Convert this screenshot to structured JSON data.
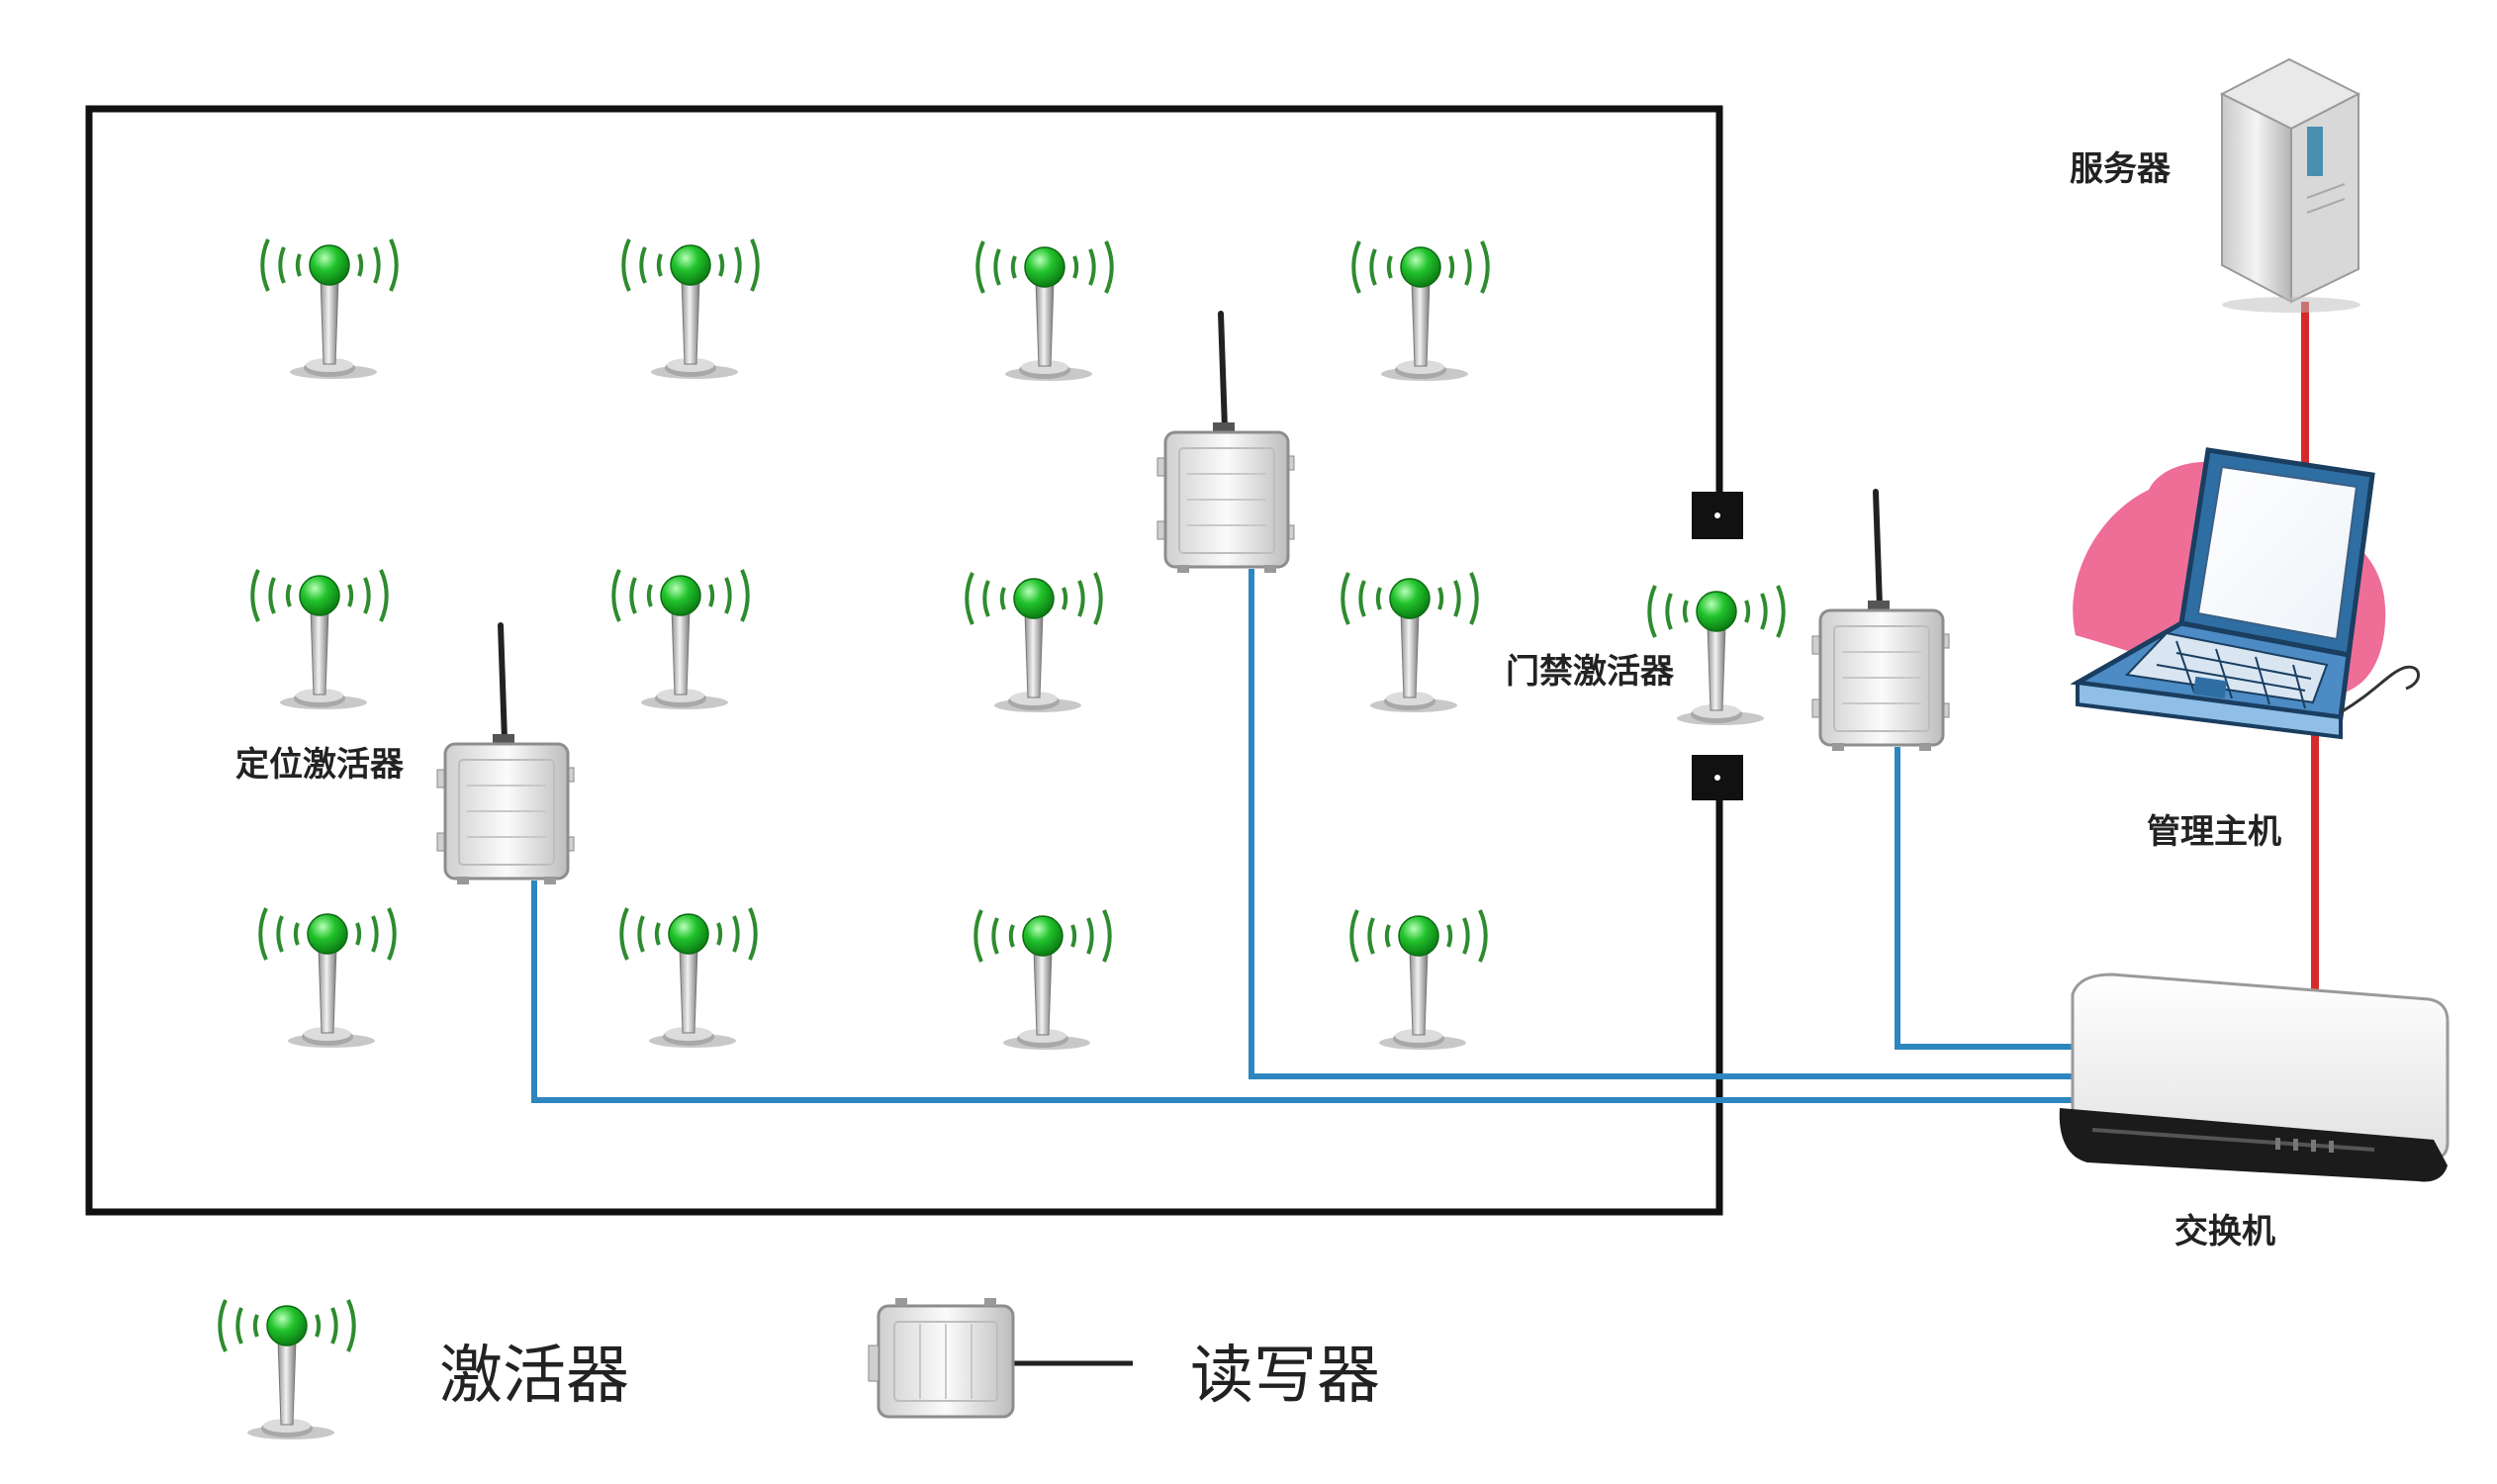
{
  "labels": {
    "server": "服务器",
    "host": "管理主机",
    "switch": "交换机",
    "gate_activator": "门禁激活器",
    "locate_activator": "定位激活器"
  },
  "legend": {
    "activator": "激活器",
    "reader": "读写器"
  },
  "colors": {
    "activator_head": "#22c32c",
    "signal_arc": "#2e8b2e",
    "cable_blue": "#2d86bf",
    "cable_red": "#d62a2a",
    "frame": "#111111",
    "highlight_blob": "#ee6e98"
  },
  "icons": [
    "activator-icon",
    "reader-icon",
    "server-icon",
    "laptop-icon",
    "switch-icon"
  ]
}
